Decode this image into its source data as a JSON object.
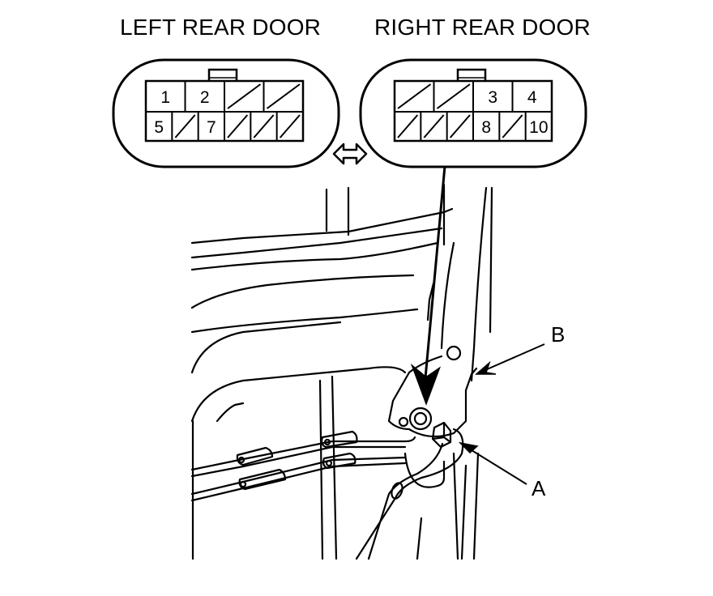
{
  "titles": {
    "left": "LEFT REAR DOOR",
    "right": "RIGHT REAR DOOR"
  },
  "connectors": {
    "left": {
      "top_row": [
        "1",
        "2",
        "",
        ""
      ],
      "bottom_row": [
        "5",
        "",
        "7",
        "",
        "",
        ""
      ]
    },
    "right": {
      "top_row": [
        "",
        "",
        "3",
        "4"
      ],
      "bottom_row": [
        "",
        "",
        "",
        "8",
        "",
        "10"
      ]
    }
  },
  "callouts": {
    "a": "A",
    "b": "B"
  },
  "colors": {
    "line": "#000000",
    "background": "#ffffff"
  },
  "icons": {
    "swap": "double-headed-arrow-icon"
  }
}
